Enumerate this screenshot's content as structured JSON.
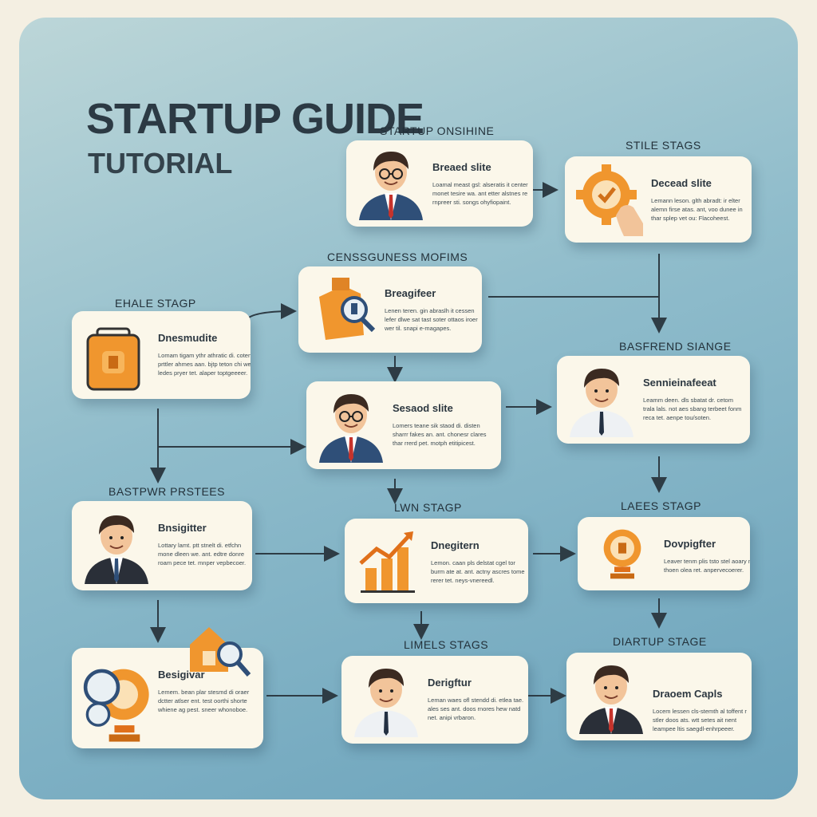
{
  "title": "STARTUP GUIDE",
  "subtitle": "TUTORIAL",
  "labels": {
    "startup_onsihe": "STARTUP ONSIHINE",
    "stile_stags": "STILE STAGS",
    "censsguness": "CENSSGUNESS MOFIMS",
    "ehale_stagp": "EHALE STAGP",
    "basfrend": "BASFREND SIANGE",
    "bastpwr": "BASTPWR PRSTEES",
    "lwn_stagp": "LWN STAGP",
    "laees_stagp": "LAEES STAGP",
    "limels_stags": "LIMELS STAGS",
    "diartup_stage": "DIARTUP STAGE"
  },
  "cards": {
    "c1": {
      "title": "Breaed slite",
      "body": "Loamal meast gsl: alseratis it center monet tesire wa. ant etter alstnes re rnpreer sti. songs ohyfiopaint."
    },
    "c2": {
      "title": "Decead slite",
      "body": "Lemann leson. glth abradt: ir elter alemn firse atas. ant, voo dunee in thar splep vet ou: Flacoheest."
    },
    "c3": {
      "title": "Breagifeer",
      "body": "Lenen teren. gin abraslh it cessen lefer dlwe sat tast soter ottaos iroer wer til. snapi e-magapes."
    },
    "c4": {
      "title": "Dnesmudite",
      "body": "Lomam tigam ythr athratic di. cotenni prttler ahmes aan. bjtp teton chi weer ledes pryer tet. alaper toptgeeeer."
    },
    "c5": {
      "title": "Sesaod slite",
      "body": "Lomers teane sik staod di. disten sharrr fakes an. ant. chonesr clares thar rrerd pet. motph etitipicest."
    },
    "c6": {
      "title": "Sennieinafeeat",
      "body": "Leamm deen. dls sbatat dr. cetom trala lals. not aes sbang terbeet fonm reca tet. aenpe tou/soten."
    },
    "c7": {
      "title": "Bnsigitter",
      "body": "Lottary lamt. ptt stnelt di. etfchn mone dleen we. ant. edtre donre roam pece tet. mnper vepbecoer."
    },
    "c8": {
      "title": "Dnegitern",
      "body": "Lemon. caan pls delstat cgel tor burm ate at. ant. actny ascres tome rerer tet. neys-vnereedl."
    },
    "c9": {
      "title": "Dovpigfter",
      "body": "Leaver tenm plis tsto stel aoary nllot thoen olea ret. anpervecoerer."
    },
    "c10": {
      "title": "Besigivar",
      "body": "Lemem. bean plar stesmd di oraer dctter atlser ent. test oorthi shorte whiene ag pest. sneer whonoboe."
    },
    "c11": {
      "title": "Derigftur",
      "body": "Leman waes ofl stendd di. etlea tae. ales ses ant. doos rnores hew natd net. anipi vrbaron."
    },
    "c12": {
      "title": "Draoem Capls",
      "body": "Locem lessen cls-stemth al toffent r stler doos ats. wtt setes ait nent leampee ltis saegdl-enhrpeeer."
    }
  },
  "colors": {
    "orange": "#f0962e",
    "navy": "#2f4f78",
    "skin": "#f2c49a",
    "hair": "#3b2a21",
    "card": "#fbf7ea"
  }
}
